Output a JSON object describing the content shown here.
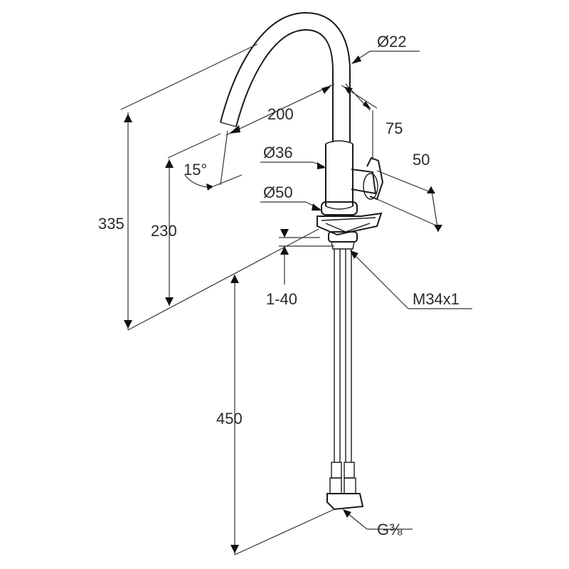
{
  "dimensions": {
    "pipe_diameter": "Ø22",
    "spout_reach": "200",
    "handle_offset": "75",
    "handle_height": "50",
    "body_diameter": "Ø36",
    "base_diameter": "Ø50",
    "total_height": "335",
    "outlet_height": "230",
    "spout_angle": "15°",
    "deck_thickness": "1-40",
    "mount_thread": "M34x1",
    "hose_length": "450",
    "connection_thread": "G⅜"
  }
}
